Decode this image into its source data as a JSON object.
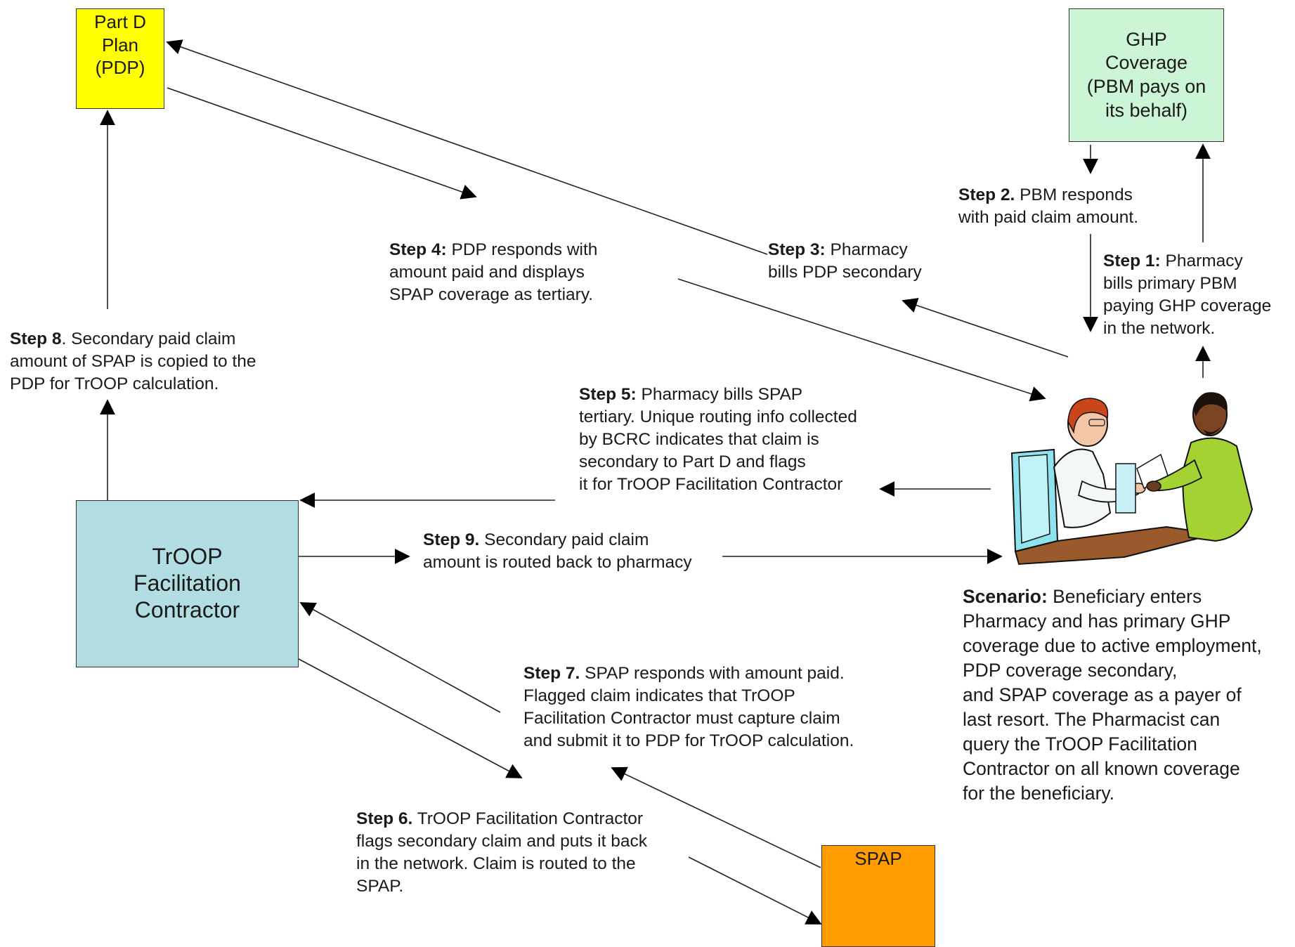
{
  "boxes": {
    "pdp": "Part D\nPlan\n(PDP)",
    "ghp": "GHP\nCoverage\n(PBM pays on\nits behalf)",
    "troop": "TrOOP\nFacilitation\nContractor",
    "spap": "SPAP"
  },
  "steps": {
    "step1": {
      "bold": "Step 1:",
      "lines": [
        " Pharmacy",
        "bills primary PBM",
        "paying GHP coverage",
        "in the network."
      ]
    },
    "step2": {
      "bold": "Step 2.",
      "lines": [
        " PBM responds",
        "with paid claim amount."
      ]
    },
    "step3": {
      "bold": "Step 3:",
      "lines": [
        " Pharmacy",
        "bills PDP secondary"
      ]
    },
    "step4": {
      "bold": "Step 4:",
      "lines": [
        " PDP responds with",
        "amount paid and displays",
        "SPAP coverage as tertiary."
      ]
    },
    "step5": {
      "bold": "Step 5:",
      "lines": [
        " Pharmacy bills SPAP",
        "tertiary. Unique routing info collected",
        "by BCRC indicates that claim is",
        "secondary to Part D and flags",
        "it for TrOOP Facilitation Contractor"
      ]
    },
    "step6": {
      "bold": "Step 6.",
      "lines": [
        " TrOOP Facilitation Contractor",
        "flags secondary claim and puts it back",
        "in the network. Claim is routed to the",
        "SPAP."
      ]
    },
    "step7": {
      "bold": "Step 7.",
      "lines": [
        " SPAP  responds with amount paid.",
        "Flagged claim indicates that TrOOP",
        "Facilitation Contractor  must capture claim",
        "and submit it to PDP for TrOOP calculation."
      ]
    },
    "step8": {
      "bold": "Step 8",
      "lines": [
        ". Secondary paid claim",
        "amount of SPAP is copied to the",
        "PDP for TrOOP calculation."
      ]
    },
    "step9": {
      "bold": "Step 9.",
      "lines": [
        " Secondary paid claim",
        "amount is routed back to pharmacy"
      ]
    },
    "scenario": {
      "bold": "Scenario:",
      "lines": [
        " Beneficiary enters",
        "Pharmacy and has primary GHP",
        "coverage due to active employment,",
        "PDP coverage secondary,",
        "and SPAP coverage as a payer of",
        "last resort. The Pharmacist can",
        "query the TrOOP Facilitation",
        "Contractor on all known coverage",
        "for the beneficiary."
      ]
    }
  },
  "colors": {
    "pdp": "#ffff00",
    "ghp": "#ccf5d5",
    "troop": "#b2dde3",
    "spap": "#ff9d00"
  },
  "illustration": "pharmacist-and-customer-illustration"
}
